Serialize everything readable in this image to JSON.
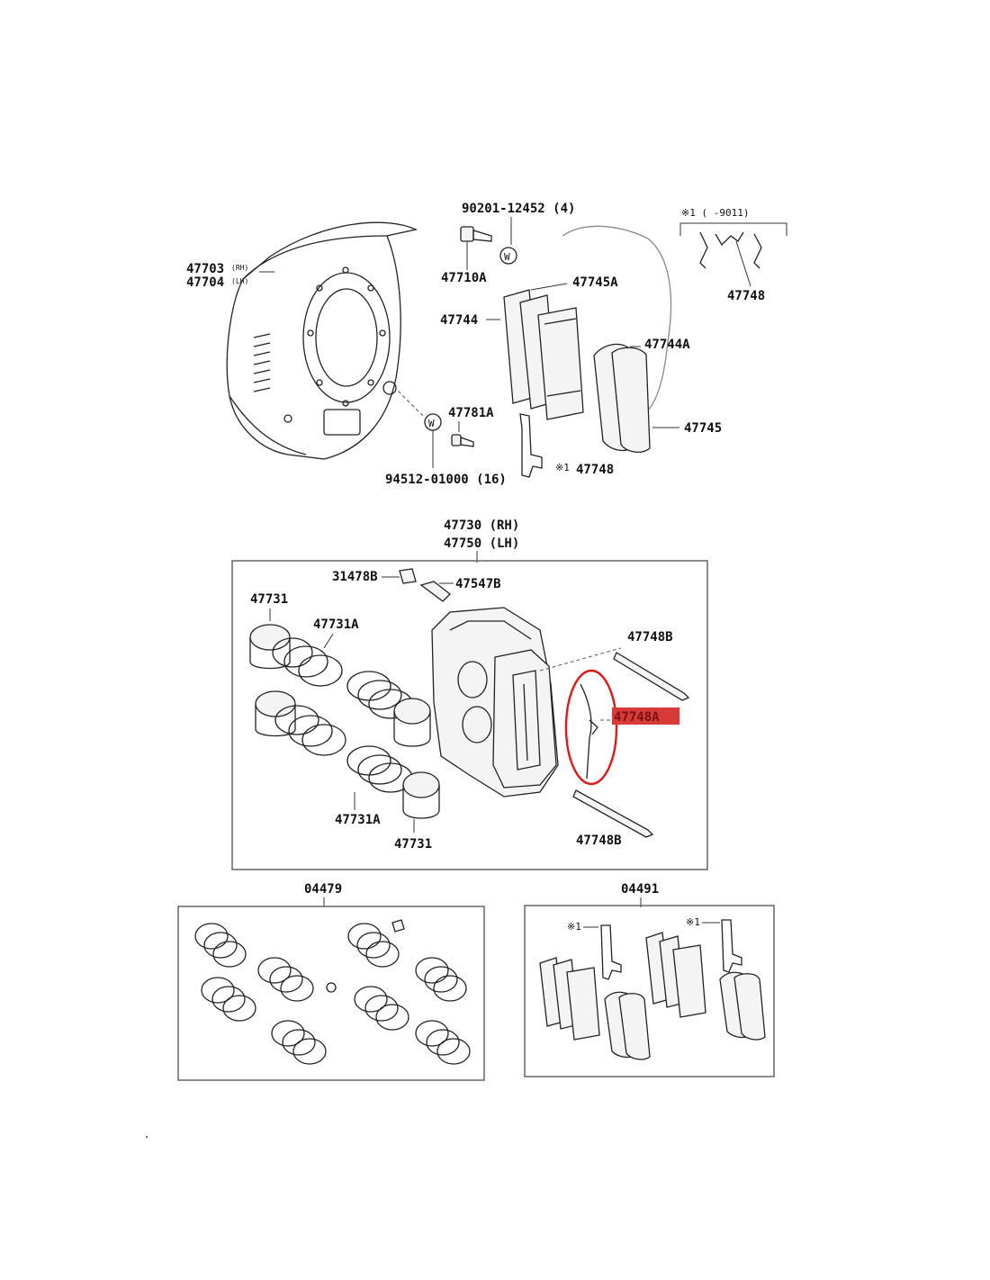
{
  "labels": {
    "shield_rh": "47703",
    "shield_rh_suffix": "(RH)",
    "shield_lh": "47704",
    "shield_lh_suffix": "(LH)",
    "bolt_top": "90201-12452 (4)",
    "bolt_top_part": "47710A",
    "pad_kit_a": "47745A",
    "pad_inner": "47744",
    "pad_outer_a": "47744A",
    "pad_outer": "47745",
    "bleeder": "47781A",
    "shield_bolt": "94512-01000 (16)",
    "clip_bottom_mark": "※1",
    "clip_bottom": "47748",
    "inset_range": "※1 (     -9011)",
    "inset_part": "47748",
    "caliper_rh": "47730 (RH)",
    "caliper_lh": "47750 (LH)",
    "cap": "31478B",
    "bleeder_plug": "47547B",
    "piston_left": "47731",
    "seal_left": "47731A",
    "pin_top": "47748B",
    "spring_highlight": "47748A",
    "seal_bottom": "47731A",
    "piston_bottom": "47731",
    "pin_bottom": "47748B",
    "kit_seals": "04479",
    "kit_pads": "04491",
    "kit_pads_mark_1": "※1",
    "kit_pads_mark_2": "※1"
  },
  "washer_mark": "W",
  "colors": {
    "highlight_fill": "#d83a3a",
    "highlight_text": "#7a1010",
    "highlight_ring": "#e01818",
    "line": "#222222"
  }
}
